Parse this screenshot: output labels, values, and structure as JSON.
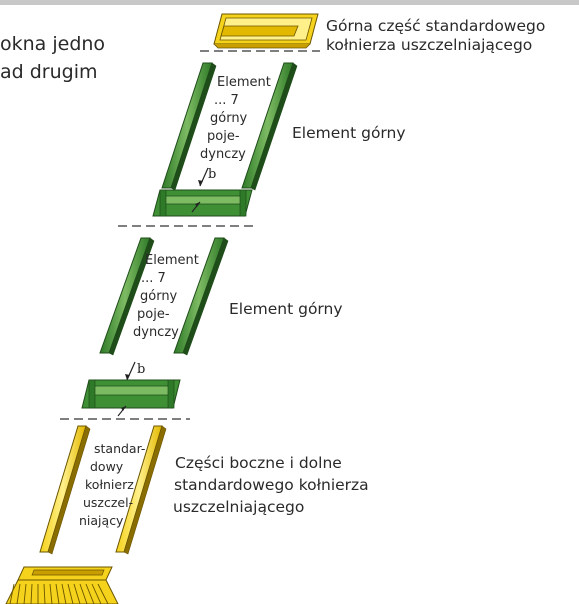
{
  "title": {
    "line1": "okna jedno",
    "line2": "ad drugim"
  },
  "labels": {
    "top_flashing": {
      "line1": "Górna część standardowego",
      "line2": "kołnierza uszczelniającego"
    },
    "element_upper_1": "Element górny",
    "element_upper_2": "Element górny",
    "side_bottom": {
      "line1": "Części boczne i dolne",
      "line2": "standardowego kołnierza",
      "line3": "uszczelniającego"
    }
  },
  "inner_labels": {
    "upper_1": [
      "Element",
      "... 7",
      "górny",
      "poje-",
      "dynczy"
    ],
    "upper_2": [
      "Element",
      "... 7",
      "górny",
      "poje-",
      "dynczy"
    ],
    "lower": [
      "standar-",
      "dowy",
      "kołnierz",
      "uszczel-",
      "niający"
    ]
  },
  "markers": {
    "b1": "b",
    "b2": "b"
  },
  "colors": {
    "green": "#3f8f35",
    "green_dark": "#1f4d1a",
    "green_light": "#7dbb63",
    "yellow": "#f5d21b",
    "yellow_dark": "#8a6d00",
    "yellow_light": "#fff08a",
    "dash": "#333333"
  }
}
